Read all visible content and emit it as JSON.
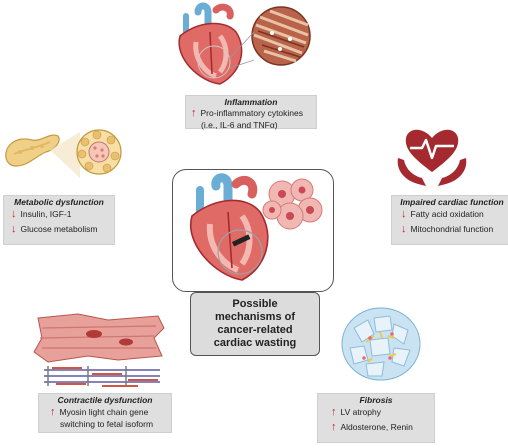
{
  "center": {
    "lines": [
      "Possible",
      "mechanisms of",
      "cancer-related",
      "cardiac wasting"
    ]
  },
  "inflammation": {
    "title": "Inflammation",
    "line1": "Pro-inflammatory cytokines",
    "line2": "(i.e., IL-6 and TNFα)"
  },
  "metabolic": {
    "title": "Metabolic dysfunction",
    "items": [
      "Insulin, IGF-1",
      "Glucose metabolism"
    ]
  },
  "impaired": {
    "title": "Impaired cardiac function",
    "items": [
      "Fatty acid oxidation",
      "Mitochondrial function"
    ]
  },
  "contractile": {
    "title": "Contractile dysfunction",
    "line1": "Myosin light chain gene",
    "line2": "switching to fetal isoform"
  },
  "fibrosis": {
    "title": "Fibrosis",
    "items": [
      "LV atrophy",
      "Aldosterone, Renin"
    ]
  },
  "colors": {
    "arrow_red": "#c0282e",
    "box_gray": "#dfdfdf",
    "heart_red": "#a52a2f",
    "heart_muscle": "#d8605f",
    "vessel_blue": "#6aaed6"
  },
  "icons": [
    "heart-anatomy-icon",
    "muscle-fiber-icon",
    "pancreas-icon",
    "cell-cluster-icon",
    "heart-in-hands-icon",
    "cancer-cells-icon",
    "cardiomyocyte-icon",
    "sarcomere-icon",
    "fibrosis-tissue-icon"
  ]
}
